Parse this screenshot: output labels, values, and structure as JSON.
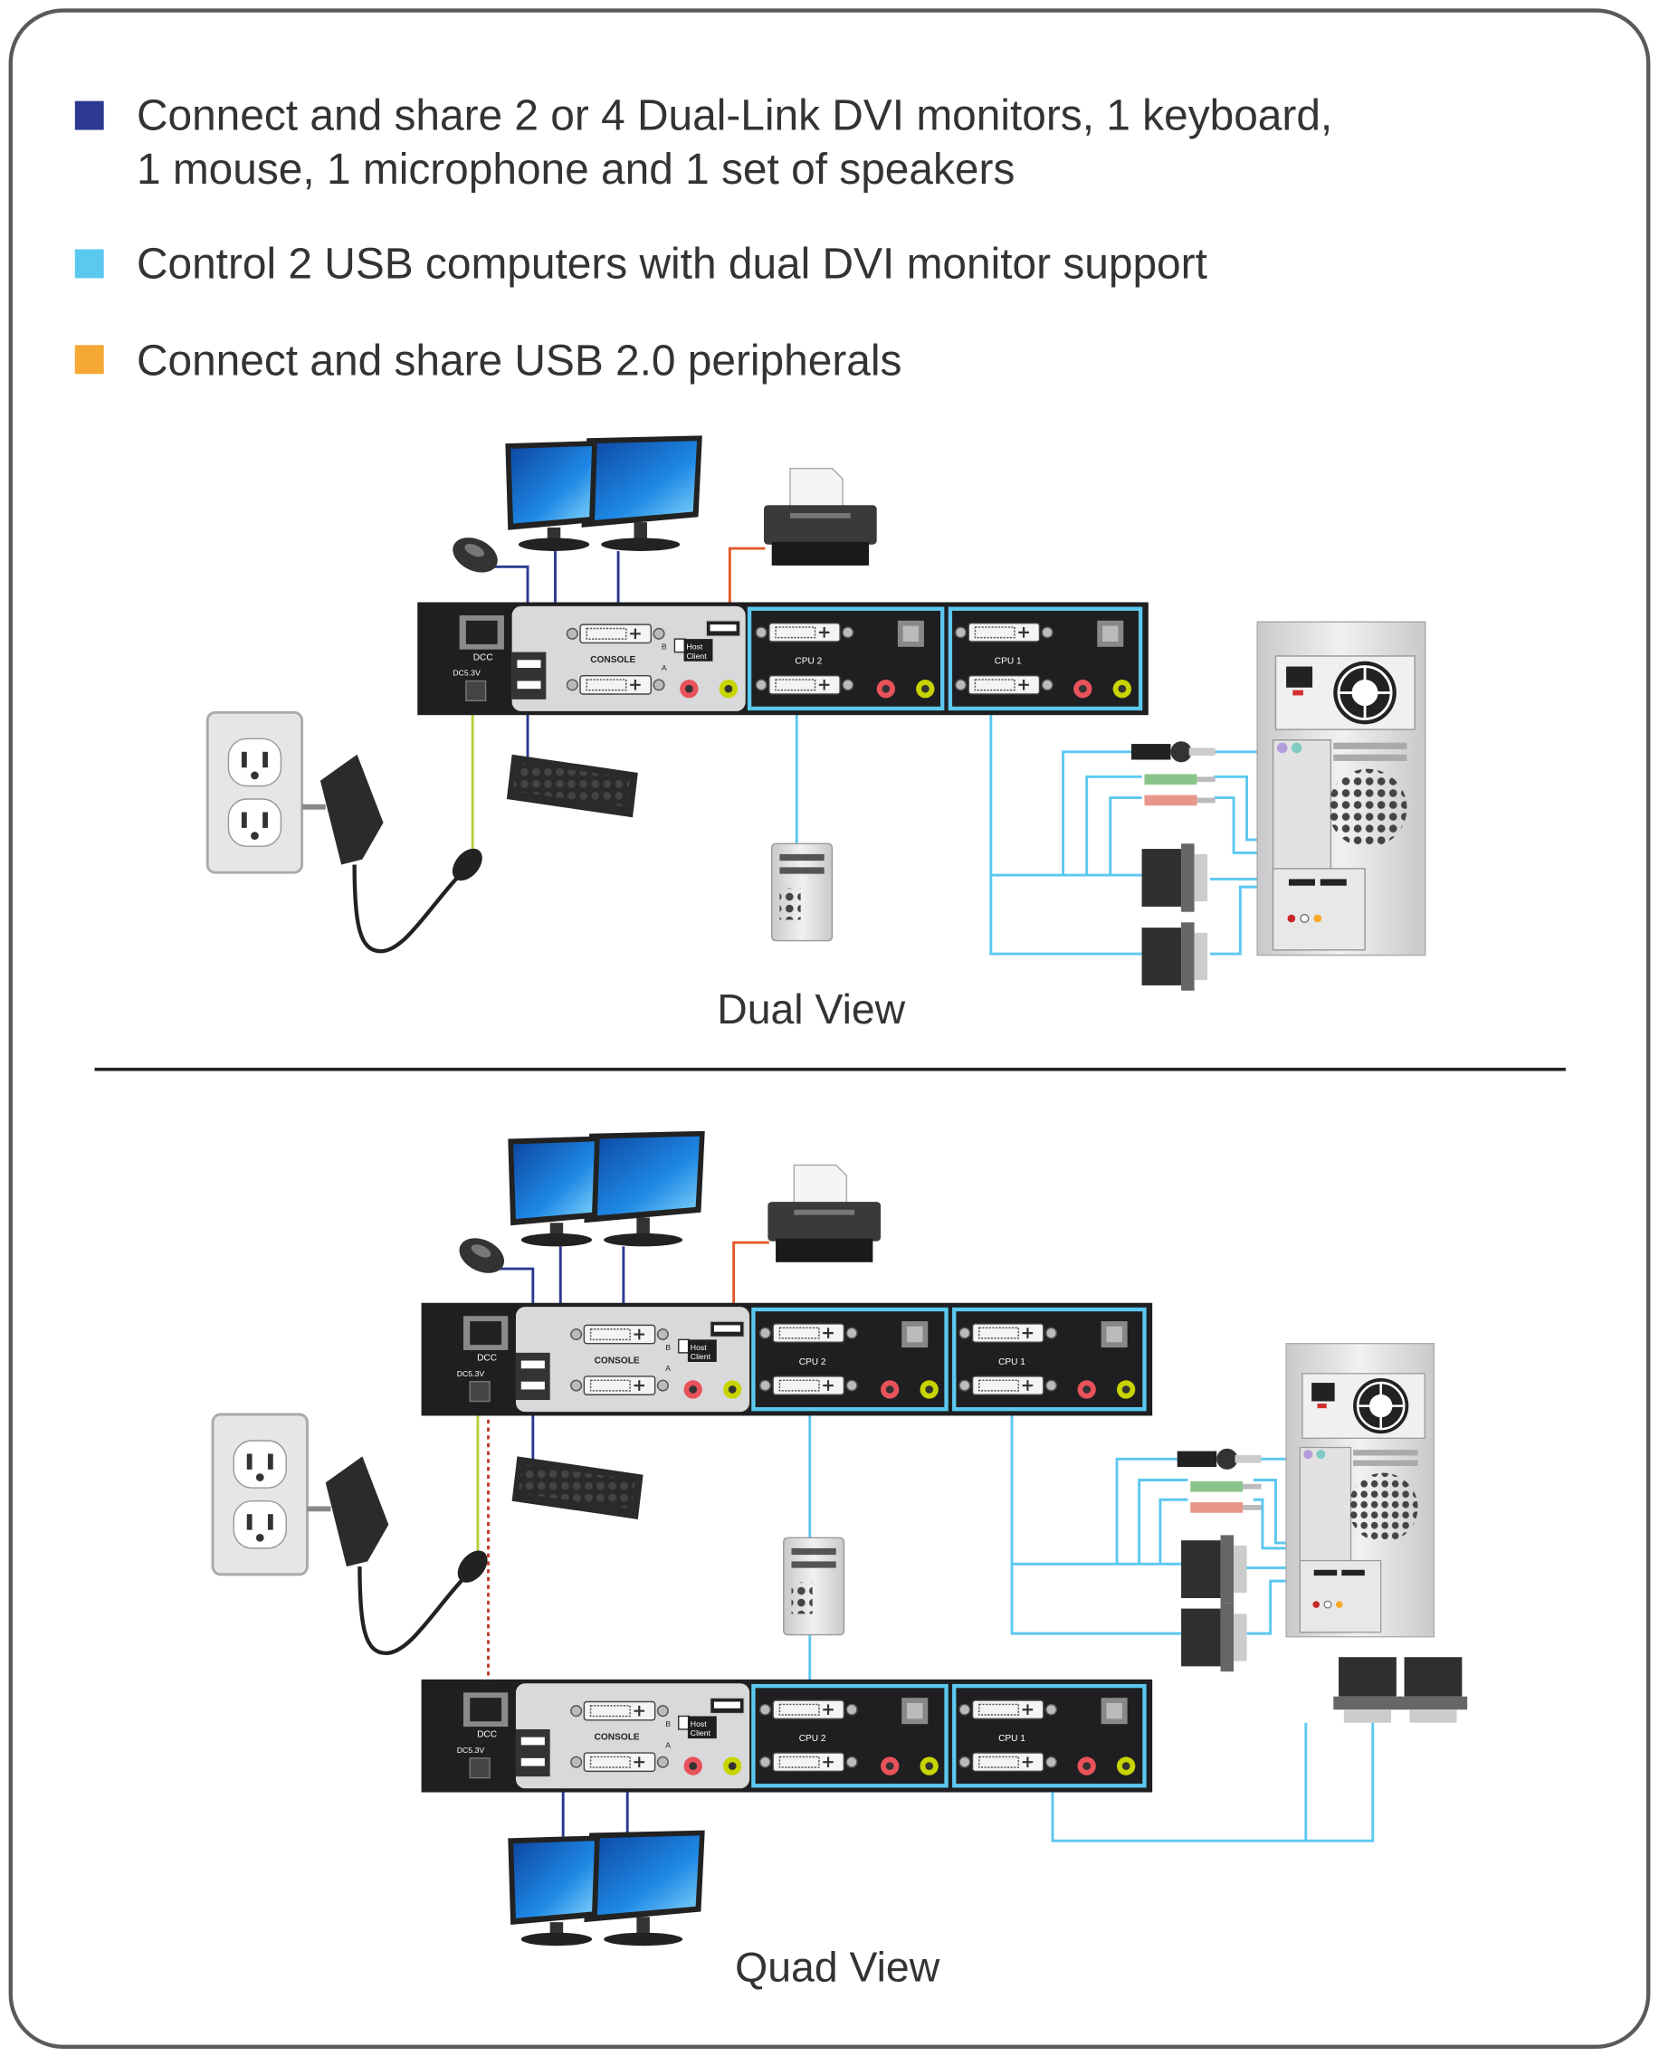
{
  "bullets": [
    {
      "color": "#2b3990",
      "lines": [
        "Connect and share 2 or 4 Dual-Link DVI monitors, 1 keyboard,",
        "1 mouse, 1 microphone and 1 set of speakers"
      ]
    },
    {
      "color": "#5bc8f0",
      "lines": [
        "Control 2 USB computers with dual DVI monitor support"
      ]
    },
    {
      "color": "#f5a833",
      "lines": [
        "Connect and share USB 2.0 peripherals"
      ]
    }
  ],
  "kvm": {
    "dcc": "DCC",
    "power": "DC5.3V",
    "console": "CONSOLE",
    "cpu2": "CPU 2",
    "cpu1": "CPU 1",
    "host": "Host",
    "client": "Client",
    "port_a": "A",
    "port_b": "B"
  },
  "sections": {
    "dual_view": "Dual View",
    "quad_view": "Quad View"
  },
  "colors": {
    "console_cable": "#2b3990",
    "cpu_cable": "#5bc8f0",
    "usb_cable": "#e2592a",
    "power_cable": "#b5cf3a",
    "daisy_chain_cable": "#c0392b"
  }
}
